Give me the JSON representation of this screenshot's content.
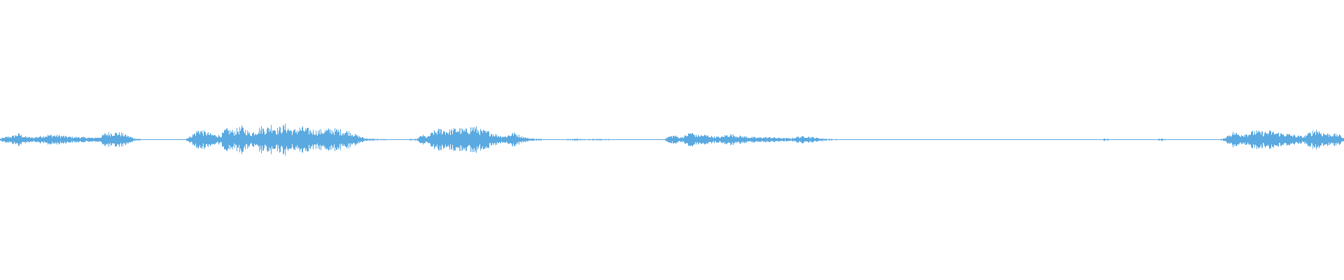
{
  "waveform": {
    "color": "#5aa9e0",
    "background": "#ffffff",
    "envelope": [
      [
        0.0,
        0.05
      ],
      [
        0.004,
        0.12
      ],
      [
        0.01,
        0.18
      ],
      [
        0.014,
        0.28
      ],
      [
        0.018,
        0.14
      ],
      [
        0.024,
        0.1
      ],
      [
        0.03,
        0.16
      ],
      [
        0.036,
        0.22
      ],
      [
        0.044,
        0.2
      ],
      [
        0.05,
        0.14
      ],
      [
        0.056,
        0.13
      ],
      [
        0.062,
        0.11
      ],
      [
        0.068,
        0.09
      ],
      [
        0.074,
        0.12
      ],
      [
        0.078,
        0.28
      ],
      [
        0.084,
        0.34
      ],
      [
        0.09,
        0.3
      ],
      [
        0.096,
        0.16
      ],
      [
        0.1,
        0.06
      ],
      [
        0.106,
        0.02
      ],
      [
        0.112,
        0.01
      ],
      [
        0.12,
        0.01
      ],
      [
        0.13,
        0.01
      ],
      [
        0.138,
        0.03
      ],
      [
        0.142,
        0.18
      ],
      [
        0.148,
        0.48
      ],
      [
        0.152,
        0.36
      ],
      [
        0.158,
        0.24
      ],
      [
        0.164,
        0.2
      ],
      [
        0.168,
        0.48
      ],
      [
        0.174,
        0.4
      ],
      [
        0.18,
        0.58
      ],
      [
        0.186,
        0.3
      ],
      [
        0.19,
        0.4
      ],
      [
        0.194,
        0.58
      ],
      [
        0.198,
        0.5
      ],
      [
        0.202,
        0.7
      ],
      [
        0.206,
        0.48
      ],
      [
        0.212,
        0.66
      ],
      [
        0.218,
        0.42
      ],
      [
        0.224,
        0.56
      ],
      [
        0.23,
        0.46
      ],
      [
        0.236,
        0.4
      ],
      [
        0.242,
        0.46
      ],
      [
        0.248,
        0.48
      ],
      [
        0.254,
        0.42
      ],
      [
        0.26,
        0.38
      ],
      [
        0.266,
        0.18
      ],
      [
        0.272,
        0.06
      ],
      [
        0.28,
        0.03
      ],
      [
        0.29,
        0.02
      ],
      [
        0.3,
        0.02
      ],
      [
        0.31,
        0.03
      ],
      [
        0.314,
        0.22
      ],
      [
        0.318,
        0.12
      ],
      [
        0.322,
        0.36
      ],
      [
        0.328,
        0.48
      ],
      [
        0.334,
        0.42
      ],
      [
        0.34,
        0.52
      ],
      [
        0.346,
        0.44
      ],
      [
        0.352,
        0.62
      ],
      [
        0.358,
        0.42
      ],
      [
        0.364,
        0.36
      ],
      [
        0.37,
        0.22
      ],
      [
        0.376,
        0.16
      ],
      [
        0.382,
        0.32
      ],
      [
        0.388,
        0.16
      ],
      [
        0.394,
        0.06
      ],
      [
        0.402,
        0.03
      ],
      [
        0.412,
        0.02
      ],
      [
        0.42,
        0.02
      ],
      [
        0.428,
        0.04
      ],
      [
        0.436,
        0.02
      ],
      [
        0.446,
        0.03
      ],
      [
        0.456,
        0.02
      ],
      [
        0.466,
        0.02
      ],
      [
        0.474,
        0.02
      ],
      [
        0.484,
        0.02
      ],
      [
        0.494,
        0.02
      ],
      [
        0.498,
        0.16
      ],
      [
        0.502,
        0.2
      ],
      [
        0.506,
        0.1
      ],
      [
        0.51,
        0.18
      ],
      [
        0.514,
        0.36
      ],
      [
        0.518,
        0.2
      ],
      [
        0.524,
        0.22
      ],
      [
        0.53,
        0.16
      ],
      [
        0.536,
        0.12
      ],
      [
        0.542,
        0.26
      ],
      [
        0.546,
        0.22
      ],
      [
        0.552,
        0.16
      ],
      [
        0.558,
        0.12
      ],
      [
        0.564,
        0.1
      ],
      [
        0.57,
        0.12
      ],
      [
        0.576,
        0.1
      ],
      [
        0.582,
        0.08
      ],
      [
        0.588,
        0.06
      ],
      [
        0.594,
        0.14
      ],
      [
        0.6,
        0.16
      ],
      [
        0.606,
        0.1
      ],
      [
        0.612,
        0.06
      ],
      [
        0.618,
        0.03
      ],
      [
        0.624,
        0.02
      ],
      [
        0.63,
        0.01
      ],
      [
        0.64,
        0.01
      ],
      [
        0.65,
        0.01
      ],
      [
        0.66,
        0.01
      ],
      [
        0.67,
        0.01
      ],
      [
        0.68,
        0.01
      ],
      [
        0.69,
        0.01
      ],
      [
        0.7,
        0.01
      ],
      [
        0.71,
        0.01
      ],
      [
        0.72,
        0.01
      ],
      [
        0.73,
        0.01
      ],
      [
        0.74,
        0.01
      ],
      [
        0.75,
        0.01
      ],
      [
        0.76,
        0.01
      ],
      [
        0.77,
        0.01
      ],
      [
        0.78,
        0.01
      ],
      [
        0.79,
        0.01
      ],
      [
        0.8,
        0.01
      ],
      [
        0.81,
        0.01
      ],
      [
        0.818,
        0.01
      ],
      [
        0.822,
        0.05
      ],
      [
        0.826,
        0.02
      ],
      [
        0.834,
        0.01
      ],
      [
        0.844,
        0.01
      ],
      [
        0.854,
        0.01
      ],
      [
        0.86,
        0.02
      ],
      [
        0.864,
        0.05
      ],
      [
        0.868,
        0.02
      ],
      [
        0.876,
        0.01
      ],
      [
        0.886,
        0.01
      ],
      [
        0.896,
        0.01
      ],
      [
        0.906,
        0.01
      ],
      [
        0.91,
        0.03
      ],
      [
        0.914,
        0.2
      ],
      [
        0.918,
        0.34
      ],
      [
        0.922,
        0.26
      ],
      [
        0.928,
        0.28
      ],
      [
        0.934,
        0.4
      ],
      [
        0.94,
        0.34
      ],
      [
        0.946,
        0.38
      ],
      [
        0.952,
        0.3
      ],
      [
        0.958,
        0.26
      ],
      [
        0.964,
        0.2
      ],
      [
        0.97,
        0.14
      ],
      [
        0.976,
        0.36
      ],
      [
        0.98,
        0.48
      ],
      [
        0.984,
        0.32
      ],
      [
        0.99,
        0.26
      ],
      [
        0.996,
        0.24
      ],
      [
        1.0,
        0.1
      ]
    ]
  }
}
